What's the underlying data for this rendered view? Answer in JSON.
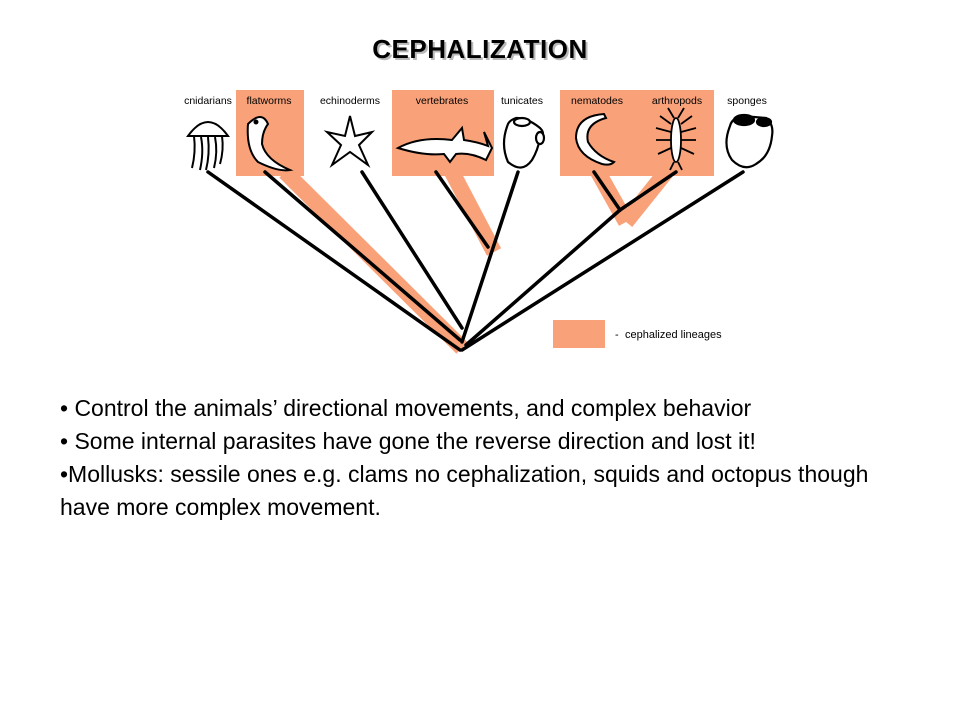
{
  "title": "CEPHALIZATION",
  "diagram": {
    "taxa": [
      {
        "label": "cnidarians",
        "cephalized": false,
        "icon": "jellyfish-icon"
      },
      {
        "label": "flatworms",
        "cephalized": true,
        "icon": "flatworm-icon"
      },
      {
        "label": "echinoderms",
        "cephalized": false,
        "icon": "starfish-icon"
      },
      {
        "label": "vertebrates",
        "cephalized": true,
        "icon": "shark-icon"
      },
      {
        "label": "tunicates",
        "cephalized": false,
        "icon": "tunicate-icon"
      },
      {
        "label": "nematodes",
        "cephalized": true,
        "icon": "nematode-icon"
      },
      {
        "label": "arthropods",
        "cephalized": true,
        "icon": "arthropod-icon"
      },
      {
        "label": "sponges",
        "cephalized": false,
        "icon": "sponge-icon"
      }
    ],
    "legend": {
      "dash": "-",
      "label": "cephalized lineages"
    },
    "colors": {
      "cephalized": "#f9a27a",
      "branch": "#000000"
    }
  },
  "bullets": [
    "• Control the animals’ directional movements, and complex behavior",
    "• Some internal parasites have gone the reverse direction and lost it!",
    "•Mollusks: sessile ones e.g. clams no cephalization, squids and octopus though have more complex movement."
  ]
}
